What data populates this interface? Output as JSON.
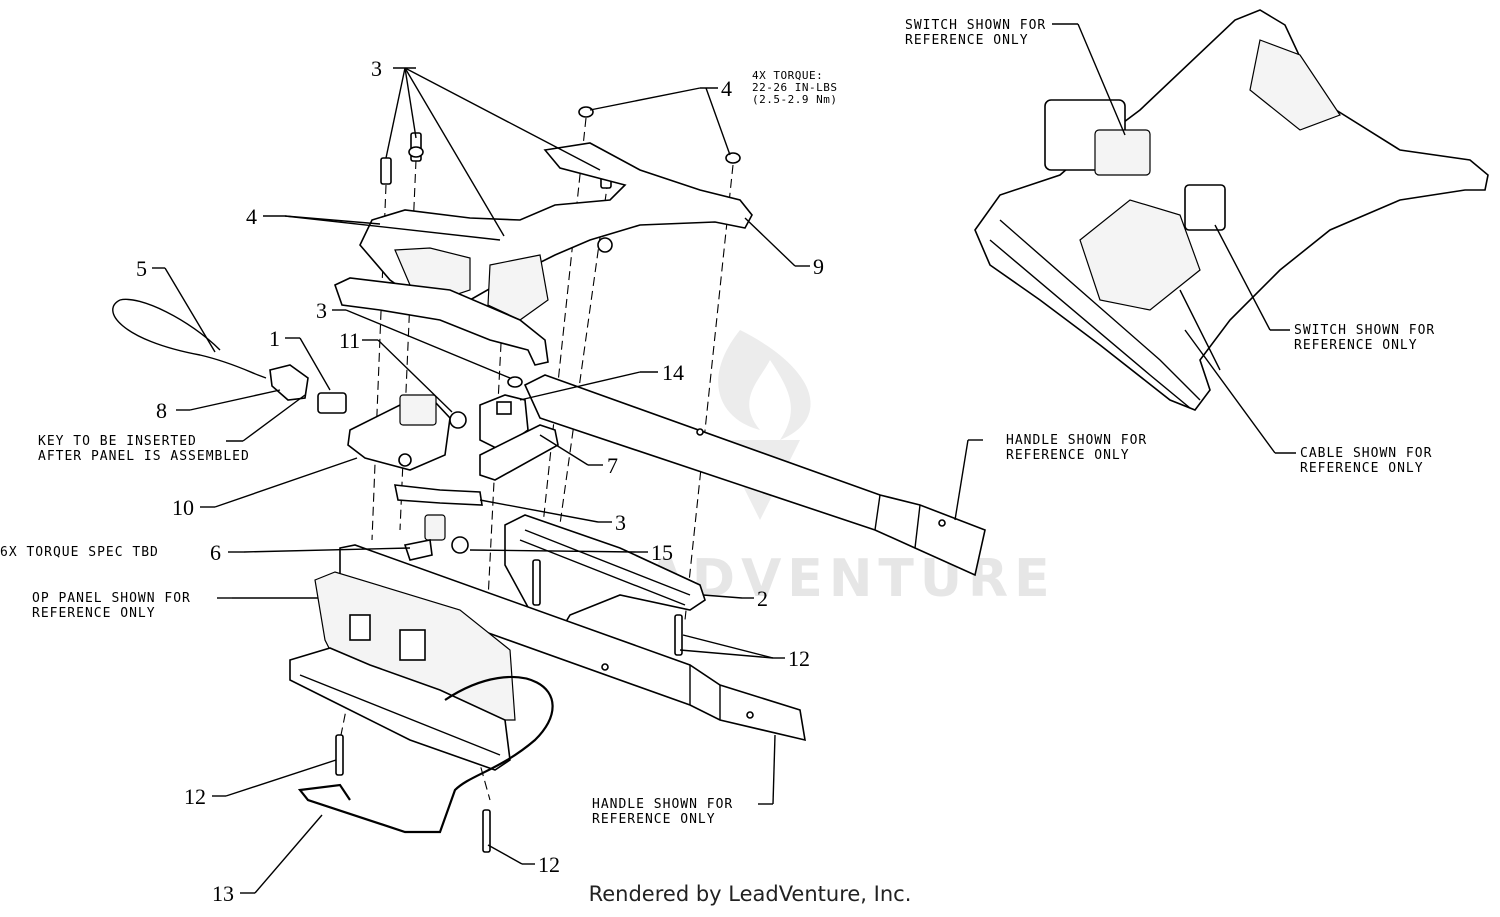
{
  "watermark": {
    "text": "LEADVENTURE"
  },
  "notes": {
    "torque_4x_line1": "4X TORQUE:",
    "torque_4x_line2": "22-26 IN-LBS",
    "torque_4x_line3": "(2.5-2.9 Nm)",
    "torque_6x": "6X TORQUE SPEC TBD",
    "key_line1": "KEY TO BE INSERTED",
    "key_line2": "AFTER PANEL IS ASSEMBLED",
    "op_panel_line1": "OP PANEL SHOWN FOR",
    "op_panel_line2": "REFERENCE ONLY",
    "handle_upper_line1": "HANDLE SHOWN FOR",
    "handle_upper_line2": "REFERENCE ONLY",
    "handle_lower_line1": "HANDLE SHOWN FOR",
    "handle_lower_line2": "REFERENCE ONLY",
    "switch_top_line1": "SWITCH SHOWN FOR",
    "switch_top_line2": "REFERENCE ONLY",
    "switch_right_line1": "SWITCH SHOWN FOR",
    "switch_right_line2": "REFERENCE ONLY",
    "cable_line1": "CABLE SHOWN FOR",
    "cable_line2": "REFERENCE ONLY"
  },
  "callouts": {
    "c1": "1",
    "c2": "2",
    "c3a": "3",
    "c3b": "3",
    "c3c": "3",
    "c4a": "4",
    "c4b": "4",
    "c5": "5",
    "c6": "6",
    "c7": "7",
    "c8": "8",
    "c9": "9",
    "c10": "10",
    "c11": "11",
    "c12a": "12",
    "c12b": "12",
    "c12c": "12",
    "c13": "13",
    "c14": "14",
    "c15": "15"
  },
  "footer": {
    "text": "Rendered by LeadVenture, Inc."
  }
}
